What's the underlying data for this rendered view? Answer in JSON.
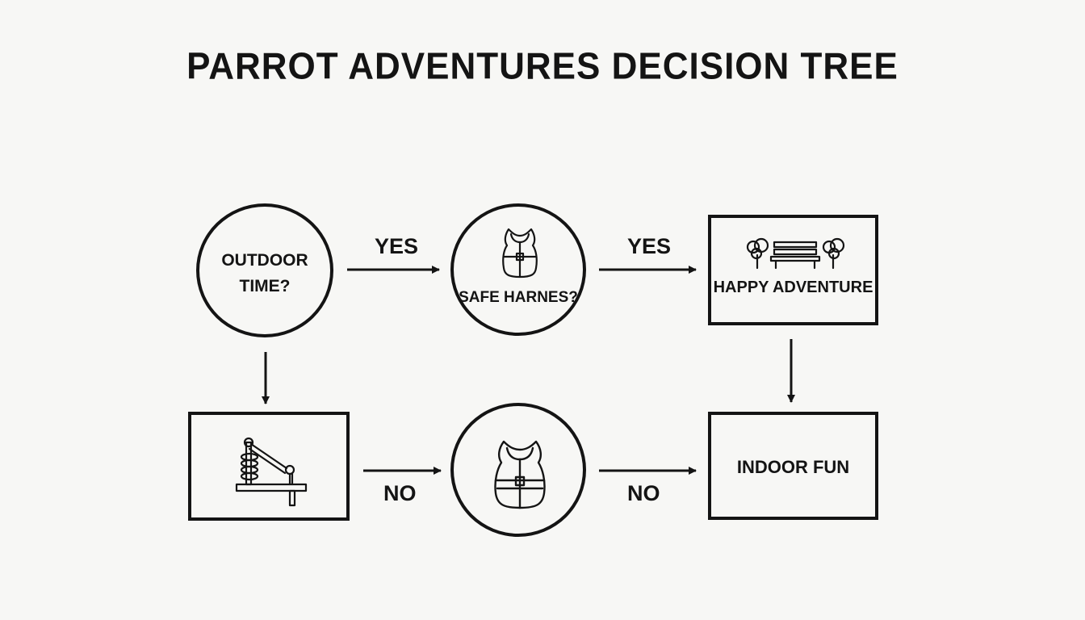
{
  "title": "PARROT ADVENTURES DECISION TREE",
  "nodes": {
    "outdoor": {
      "line1": "OUTDOOR",
      "line2": "TIME?"
    },
    "harness": {
      "label": "SAFE HARNES?",
      "icon": "harness-vest-icon"
    },
    "happy": {
      "label": "HAPPY ADVENTURE",
      "icon": "park-bench-trees-icon"
    },
    "perch": {
      "icon": "play-stand-perch-icon"
    },
    "vest": {
      "icon": "harness-vest-icon"
    },
    "indoor": {
      "label": "INDOOR FUN"
    }
  },
  "edges": {
    "yes_1": "YES",
    "yes_2": "YES",
    "no_1": "NO",
    "no_2": "NO"
  }
}
